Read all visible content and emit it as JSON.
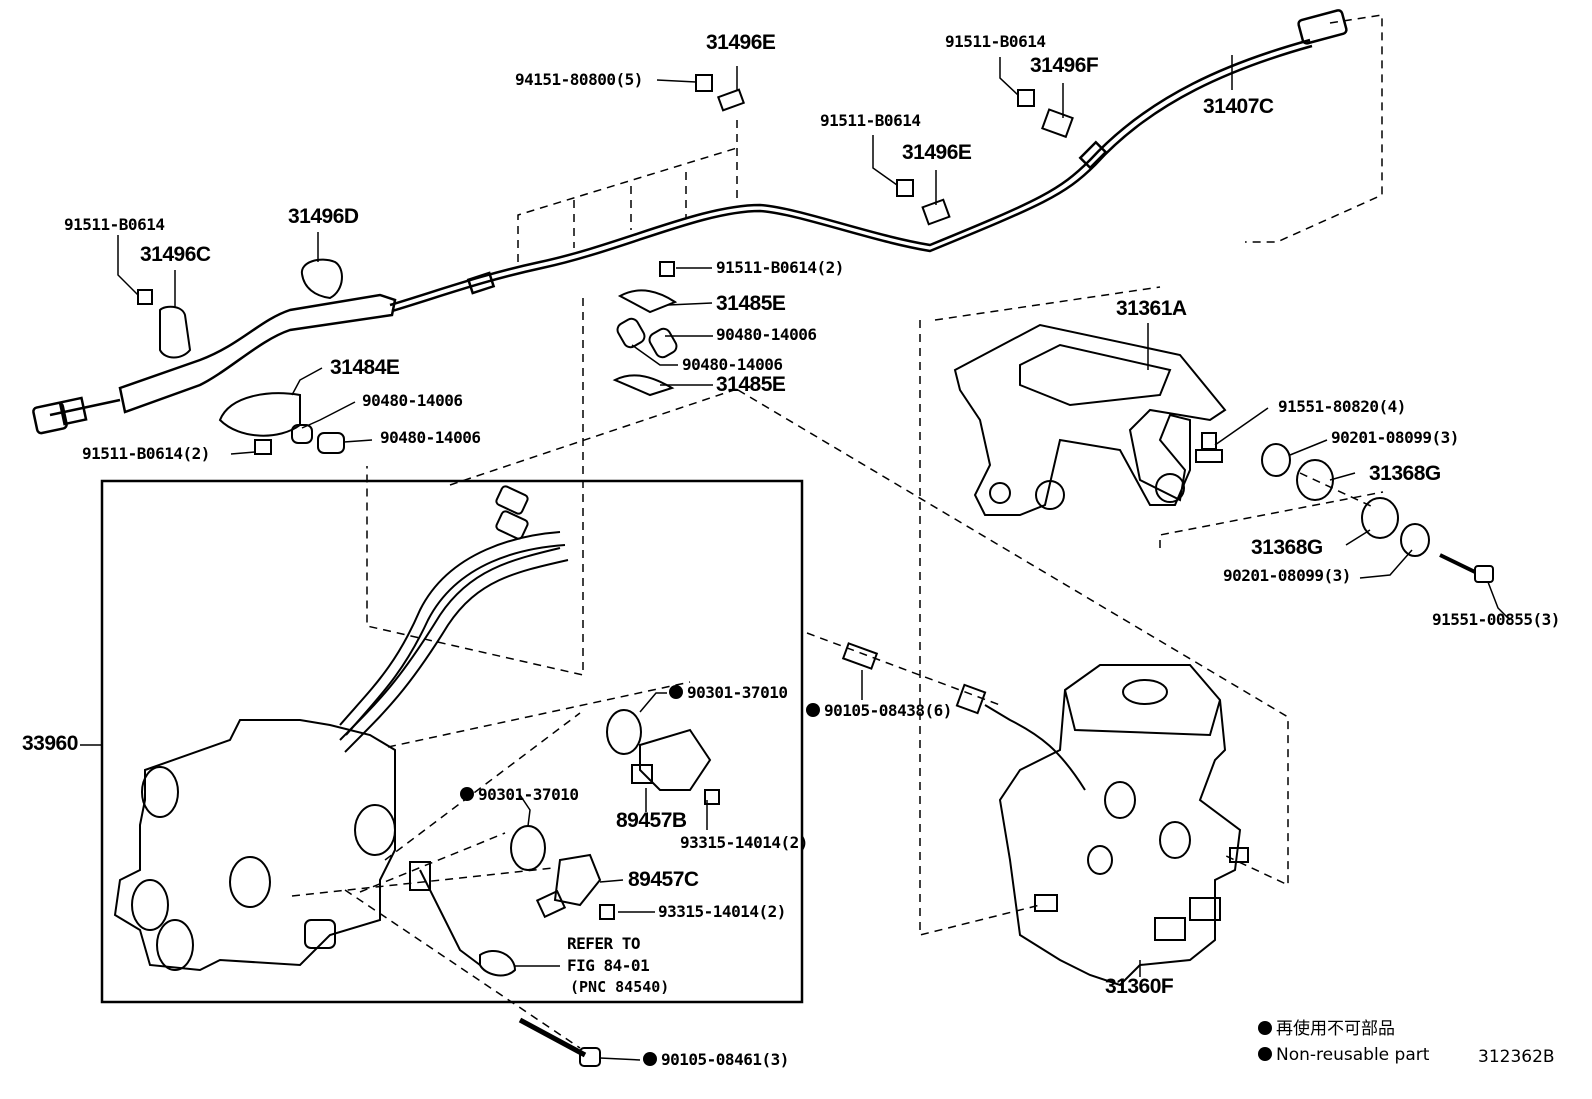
{
  "labels": {
    "l_31496E_top": "31496E",
    "l_94151": "94151-80800(5)",
    "l_91511_tr": "91511-B0614",
    "l_31496F": "31496F",
    "l_31407C": "31407C",
    "l_91511_mid": "91511-B0614",
    "l_31496E_mid": "31496E",
    "l_91511_left": "91511-B0614",
    "l_31496D": "31496D",
    "l_31496C": "31496C",
    "l_91511_2_mid": "91511-B0614(2)",
    "l_31485E_a": "31485E",
    "l_90480_a": "90480-14006",
    "l_90480_b": "90480-14006",
    "l_31485E_b": "31485E",
    "l_31484E": "31484E",
    "l_90480_c": "90480-14006",
    "l_90480_d": "90480-14006",
    "l_91511_2_left": "91511-B0614(2)",
    "l_31361A": "31361A",
    "l_91551_80820": "91551-80820(4)",
    "l_90201_a": "90201-08099(3)",
    "l_31368G_a": "31368G",
    "l_31368G_b": "31368G",
    "l_90201_b": "90201-08099(3)",
    "l_91551_00855": "91551-00855(3)",
    "l_33960": "33960",
    "l_90301_a": "90301-37010",
    "l_90105_08438": "90105-08438(6)",
    "l_89457B": "89457B",
    "l_93315_a": "93315-14014(2)",
    "l_90301_b": "90301-37010",
    "l_89457C": "89457C",
    "l_93315_b": "93315-14014(2)",
    "l_refer1": "REFER TO",
    "l_refer2": "FIG 84-01",
    "l_refer3": "(PNC 84540)",
    "l_31360F": "31360F",
    "l_90105_08461": "90105-08461(3)",
    "legend_jp": "再使用不可部品",
    "legend_en": "Non-reusable part",
    "figure_id": "312362B"
  },
  "colors": {
    "ink": "#000000",
    "paper": "#ffffff"
  },
  "icons": {
    "non_reusable_marker": "filled-circle-icon"
  }
}
